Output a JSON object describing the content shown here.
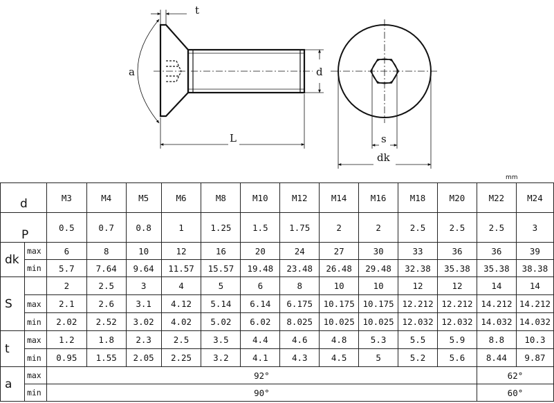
{
  "drawing": {
    "labels": {
      "t": "t",
      "a": "a",
      "d": "d",
      "L": "L",
      "s": "s",
      "dk": "dk"
    }
  },
  "table": {
    "unit": "mm",
    "size_header": "d",
    "sizes": [
      "M3",
      "M4",
      "M5",
      "M6",
      "M8",
      "M10",
      "M12",
      "M14",
      "M16",
      "M18",
      "M20",
      "M22",
      "M24"
    ],
    "pitch": {
      "label": "P",
      "values": [
        "0.5",
        "0.7",
        "0.8",
        "1",
        "1.25",
        "1.5",
        "1.75",
        "2",
        "2",
        "2.5",
        "2.5",
        "2.5",
        "3"
      ]
    },
    "dk": {
      "label": "dk",
      "max_label": "max",
      "min_label": "min",
      "max": [
        "6",
        "8",
        "10",
        "12",
        "16",
        "20",
        "24",
        "27",
        "30",
        "33",
        "36",
        "36",
        "39"
      ],
      "min": [
        "5.7",
        "7.64",
        "9.64",
        "11.57",
        "15.57",
        "19.48",
        "23.48",
        "26.48",
        "29.48",
        "32.38",
        "35.38",
        "35.38",
        "38.38"
      ]
    },
    "s": {
      "label": "S",
      "nominal": [
        "2",
        "2.5",
        "3",
        "4",
        "5",
        "6",
        "8",
        "10",
        "10",
        "12",
        "12",
        "14",
        "14"
      ],
      "max_label": "max",
      "min_label": "min",
      "max": [
        "2.1",
        "2.6",
        "3.1",
        "4.12",
        "5.14",
        "6.14",
        "6.175",
        "10.175",
        "10.175",
        "12.212",
        "12.212",
        "14.212",
        "14.212"
      ],
      "min": [
        "2.02",
        "2.52",
        "3.02",
        "4.02",
        "5.02",
        "6.02",
        "8.025",
        "10.025",
        "10.025",
        "12.032",
        "12.032",
        "14.032",
        "14.032"
      ]
    },
    "t": {
      "label": "t",
      "max_label": "max",
      "min_label": "min",
      "max": [
        "1.2",
        "1.8",
        "2.3",
        "2.5",
        "3.5",
        "4.4",
        "4.6",
        "4.8",
        "5.3",
        "5.5",
        "5.9",
        "8.8",
        "10.3"
      ],
      "min": [
        "0.95",
        "1.55",
        "2.05",
        "2.25",
        "3.2",
        "4.1",
        "4.3",
        "4.5",
        "5",
        "5.2",
        "5.6",
        "8.44",
        "9.87"
      ]
    },
    "a": {
      "label": "a",
      "max_label": "max",
      "min_label": "min",
      "max_main": "92°",
      "max_large": "62°",
      "min_main": "90°",
      "min_large": "60°"
    }
  }
}
